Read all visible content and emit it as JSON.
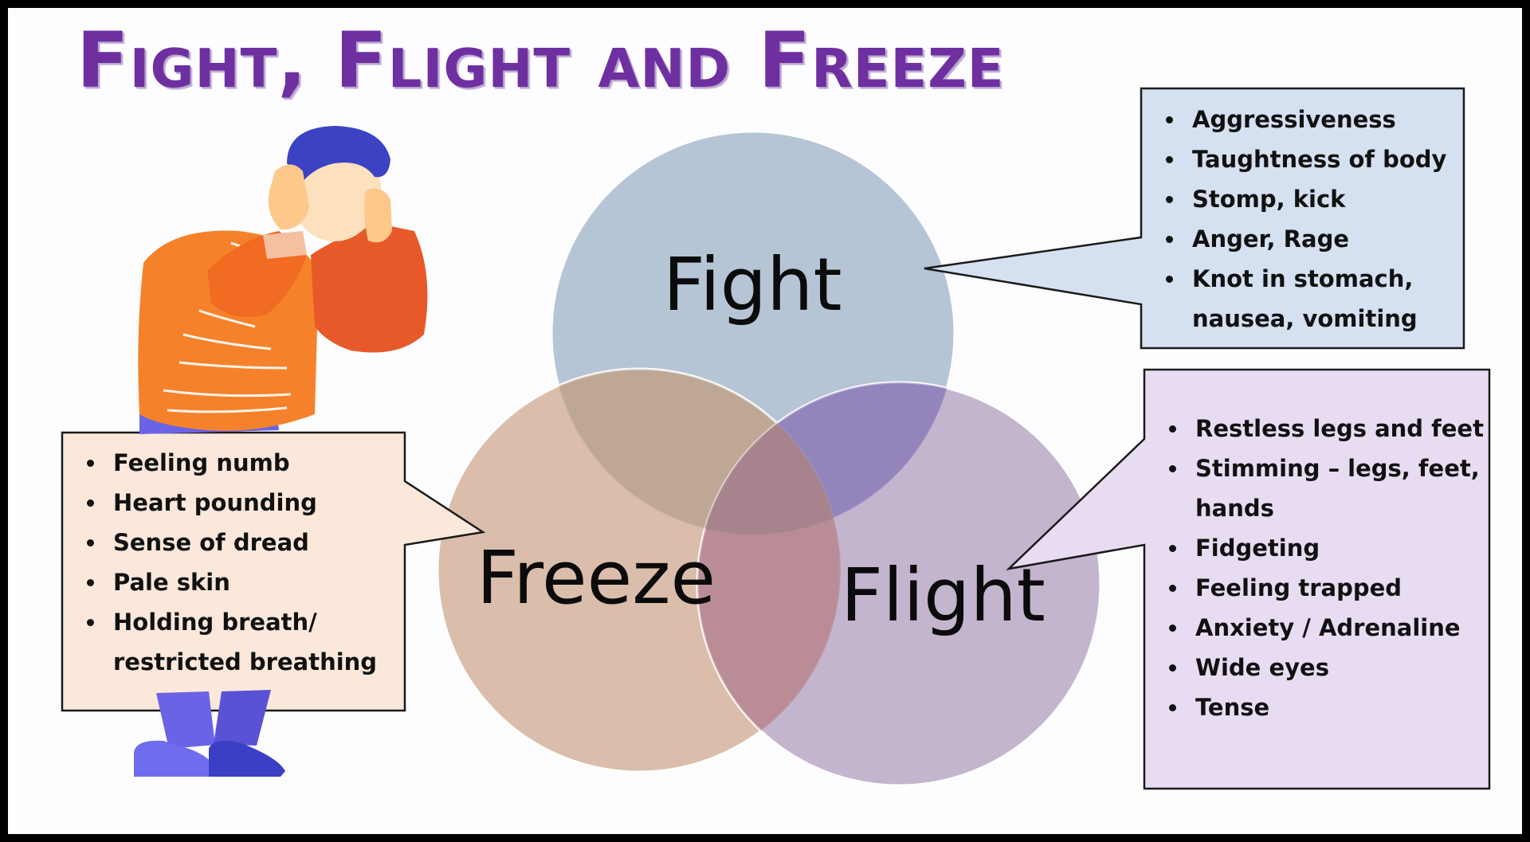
{
  "title": "Fight, Flight and Freeze",
  "venn": {
    "fight": {
      "label": "Fight",
      "color": "#a6b8cd"
    },
    "freeze": {
      "label": "Freeze",
      "color": "#d1ae96"
    },
    "flight": {
      "label": "Flight",
      "color": "#ad98bd"
    }
  },
  "callouts": {
    "fight": {
      "fill": "#d5e0f1",
      "items": [
        "Aggressiveness",
        "Taughtness of body",
        "Stomp, kick",
        "Anger, Rage",
        "Knot in stomach, nausea, vomiting"
      ]
    },
    "freeze": {
      "fill": "#fbe8da",
      "items": [
        "Feeling numb",
        "Heart pounding",
        "Sense of dread",
        "Pale skin",
        "Holding breath/ restricted breathing"
      ]
    },
    "flight": {
      "fill": "#e8dcf2",
      "items": [
        "Restless legs and feet",
        "Stimming – legs, feet, hands",
        "Fidgeting",
        "Feeling trapped",
        "Anxiety / Adrenaline",
        "Wide eyes",
        "Tense"
      ]
    }
  },
  "illustration": {
    "icon": "stressed-person-covering-ears-icon",
    "shirt_color": "#f5822a",
    "hair_color": "#3b43c4",
    "pants_color": "#6b63e6"
  }
}
